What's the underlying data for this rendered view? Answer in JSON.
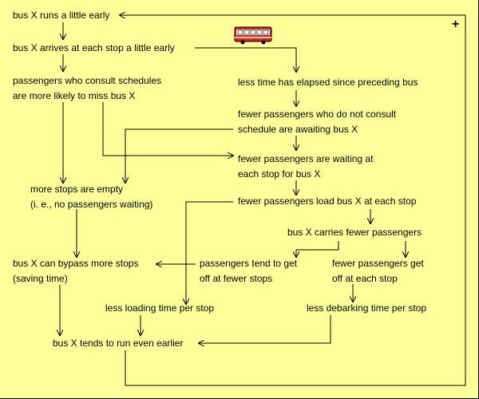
{
  "diagram": {
    "polarity": "+",
    "nodes": [
      {
        "id": "early",
        "text": "bus X runs a little early"
      },
      {
        "id": "arrives",
        "text": "bus X arrives at each stop a little early"
      },
      {
        "id": "schedule_miss",
        "text": "passengers who consult schedules\nare more likely to miss bus X"
      },
      {
        "id": "less_time",
        "text": "less time has elapsed since preceding bus"
      },
      {
        "id": "fewer_nonconsult",
        "text": "fewer passengers who do not consult\nschedule are awaiting bus X"
      },
      {
        "id": "fewer_waiting",
        "text": "fewer passengers are waiting at\neach stop for bus X"
      },
      {
        "id": "stops_empty",
        "text": "more stops are empty\n(i. e., no passengers waiting)"
      },
      {
        "id": "fewer_load",
        "text": "fewer passengers load bus X at each stop"
      },
      {
        "id": "carries_fewer",
        "text": "bus X carries fewer passengers"
      },
      {
        "id": "bypass",
        "text": "bus X can bypass more stops\n(saving time)"
      },
      {
        "id": "fewer_stops_off",
        "text": "passengers tend to get\noff at fewer stops"
      },
      {
        "id": "fewer_get_off",
        "text": "fewer passengers get\noff at each stop"
      },
      {
        "id": "less_loading",
        "text": "less loading time per stop"
      },
      {
        "id": "less_debark",
        "text": "less debarking time per stop"
      },
      {
        "id": "earlier",
        "text": "bus X tends to run even earlier"
      }
    ],
    "links": [
      {
        "from": "early",
        "to": "arrives"
      },
      {
        "from": "arrives",
        "to": "schedule_miss"
      },
      {
        "from": "arrives",
        "to": "less_time"
      },
      {
        "from": "less_time",
        "to": "fewer_nonconsult"
      },
      {
        "from": "fewer_nonconsult",
        "to": "fewer_waiting"
      },
      {
        "from": "schedule_miss",
        "to": "fewer_waiting"
      },
      {
        "from": "schedule_miss",
        "to": "stops_empty"
      },
      {
        "from": "fewer_nonconsult",
        "to": "stops_empty"
      },
      {
        "from": "fewer_waiting",
        "to": "fewer_load"
      },
      {
        "from": "fewer_load",
        "to": "carries_fewer"
      },
      {
        "from": "fewer_load",
        "to": "less_loading"
      },
      {
        "from": "carries_fewer",
        "to": "fewer_stops_off"
      },
      {
        "from": "carries_fewer",
        "to": "fewer_get_off"
      },
      {
        "from": "fewer_stops_off",
        "to": "bypass"
      },
      {
        "from": "stops_empty",
        "to": "bypass"
      },
      {
        "from": "fewer_get_off",
        "to": "less_debark"
      },
      {
        "from": "bypass",
        "to": "earlier"
      },
      {
        "from": "less_loading",
        "to": "earlier"
      },
      {
        "from": "less_debark",
        "to": "earlier"
      },
      {
        "from": "earlier",
        "to": "early"
      }
    ]
  },
  "colors": {
    "background": "#ffff99",
    "ink": "#000000",
    "bus_body": "#cc2b1d",
    "bus_stripe": "#f4f0e0",
    "bus_window": "#ffffff"
  },
  "icons": {
    "bus": "bus-icon"
  }
}
